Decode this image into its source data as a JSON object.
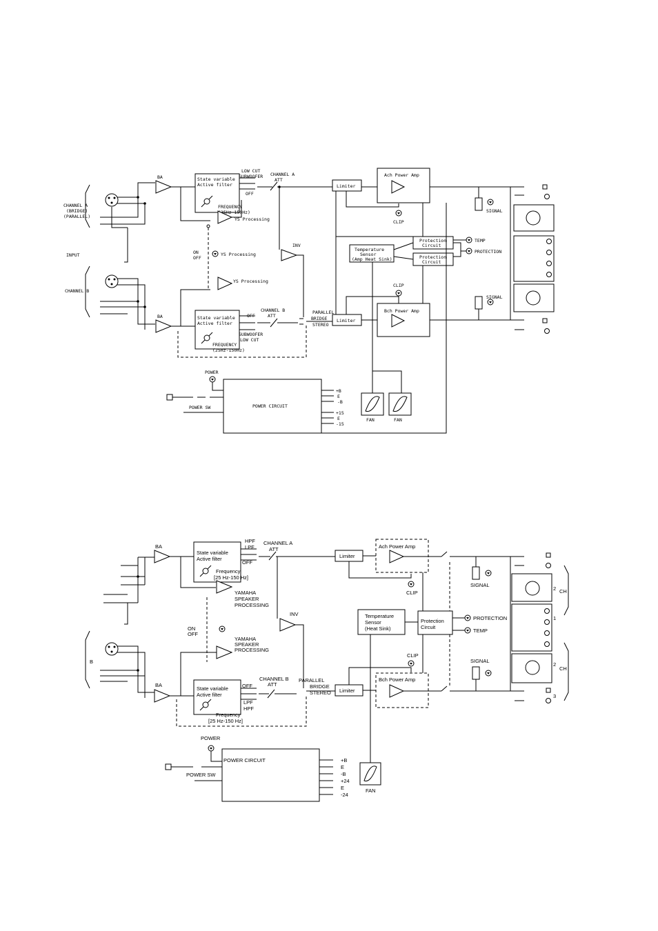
{
  "diagram1": {
    "ba_top": "BA",
    "ba_bottom": "BA",
    "filter_a": [
      "State variable",
      "Active filter"
    ],
    "filter_b": [
      "State variable",
      "Active filter"
    ],
    "low_cut_a": "LOW CUT",
    "subwoofer_a": "SUBWOOFER",
    "off_a": "OFF",
    "channel_a_att": [
      "CHANNEL A",
      "ATT"
    ],
    "frequency_a": [
      "FREQUENCY",
      "(25Hz-150Hz)"
    ],
    "ys_processing_a": "YS Processing",
    "on_label": "ON",
    "off_label": "OFF",
    "ys_processing_switch": "YS Processing",
    "ys_processing_b": "YS Processing",
    "inv": "INV",
    "channel_a_input": [
      "CHANNEL A",
      "(BRIDGE)",
      "(PARALLEL)"
    ],
    "input": "INPUT",
    "channel_b_input": "CHANNEL B",
    "off_b": "OFF",
    "channel_b_att": [
      "CHANNEL B",
      "ATT"
    ],
    "subwoofer_b": "SUBWOOFER",
    "low_cut_b": "LOW CUT",
    "frequency_b": [
      "FREQUENCY",
      "(25Hz-150Hz)"
    ],
    "parallel": "PARALLEL",
    "bridge": "BRIDGE",
    "stereo": "STEREO",
    "limiter_a": "Limiter",
    "limiter_b": "Limiter",
    "ach_power_amp": "Ach Power Amp",
    "bch_power_amp": "Bch Power Amp",
    "clip_a": "CLIP",
    "clip_b": "CLIP",
    "temp_sensor": [
      "Temperature",
      "Sensor",
      "(Amp Heat Sink)"
    ],
    "protection_1": [
      "Protection",
      "Circuit"
    ],
    "protection_2": [
      "Protection",
      "Circuit"
    ],
    "temp": "TEMP",
    "protection": "PROTECTION",
    "signal_a": "SIGNAL",
    "signal_b": "SIGNAL",
    "power": "POWER",
    "power_circuit": "POWER CIRCUIT",
    "power_sw": "POWER SW",
    "rails": [
      "+B",
      "E",
      "-B",
      "+15",
      "E",
      "-15"
    ],
    "fan_1": "FAN",
    "fan_2": "FAN"
  },
  "diagram2": {
    "ba_top": "BA",
    "ba_bottom": "BA",
    "filter_a": [
      "State variable",
      "Active filter"
    ],
    "filter_b": [
      "State variable",
      "Active filter"
    ],
    "hpf_a": "HPF",
    "lpf_a": "LPF",
    "off_a": "OFF",
    "channel_a_att": [
      "CHANNEL A",
      "ATT"
    ],
    "frequency_a": [
      "Frequency",
      "[25 Hz-150 Hz]"
    ],
    "yamaha_a": [
      "YAMAHA",
      "SPEAKER",
      "PROCESSING"
    ],
    "on_label": "ON",
    "off_label": "OFF",
    "yamaha_b": [
      "YAMAHA",
      "SPEAKER",
      "PROCESSING"
    ],
    "inv": "INV",
    "b_label": "B",
    "off_b": "OFF",
    "channel_b_att": [
      "CHANNEL B",
      "ATT"
    ],
    "lpf_b": "LPF",
    "hpf_b": "HPF",
    "frequency_b": [
      "Frequency",
      "[25 Hz-150 Hz]"
    ],
    "parallel": "PARALLEL",
    "bridge": "BRIDGE",
    "stereo": "STEREO",
    "limiter_a": "Limiter",
    "limiter_b": "Limiter",
    "ach_power_amp": "Ach Power Amp",
    "bch_power_amp": "Bch Power Amp",
    "clip_a": "CLIP",
    "clip_b": "CLIP",
    "temp_sensor": [
      "Temperature",
      "Sensor",
      "(Heat Sink)"
    ],
    "protection_circuit": [
      "Protection",
      "Circuit"
    ],
    "protection": "PROTECTION",
    "temp": "TEMP",
    "signal_a": "SIGNAL",
    "signal_b": "SIGNAL",
    "ch1_num": "2",
    "ch1_label": "CH",
    "side_1": "1",
    "ch2_num": "2",
    "ch2_label": "CH",
    "side_3": "3",
    "power": "POWER",
    "power_circuit": "POWER CIRCUIT",
    "power_sw": "POWER SW",
    "rails": [
      "+B",
      "E",
      "-B",
      "+24",
      "E",
      "-24"
    ],
    "fan": "FAN"
  }
}
